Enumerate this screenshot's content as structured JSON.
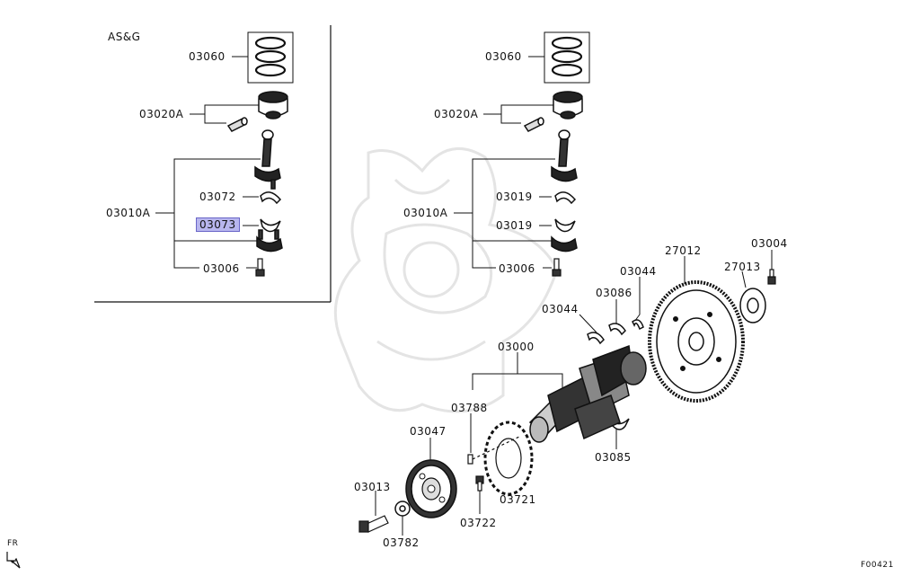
{
  "section_label": "AS&G",
  "direction": "FR",
  "figure_code": "F00421",
  "highlighted_part": "03073",
  "labels": {
    "l_03060": "03060",
    "l_03020A": "03020A",
    "l_03072": "03072",
    "l_03073": "03073",
    "l_03010A": "03010A",
    "l_03006": "03006",
    "r_03060": "03060",
    "r_03020A": "03020A",
    "r_03019a": "03019",
    "r_03019b": "03019",
    "r_03010A": "03010A",
    "r_03006": "03006",
    "p_27012": "27012",
    "p_03004": "03004",
    "p_27013": "27013",
    "p_03044a": "03044",
    "p_03086": "03086",
    "p_03044b": "03044",
    "p_03000": "03000",
    "p_03788": "03788",
    "p_03047": "03047",
    "p_03085": "03085",
    "p_03013": "03013",
    "p_03721": "03721",
    "p_03722": "03722",
    "p_03782": "03782"
  },
  "colors": {
    "highlight": "#b8b6ee",
    "line": "#111111",
    "watermark": "#e6e6e6"
  }
}
